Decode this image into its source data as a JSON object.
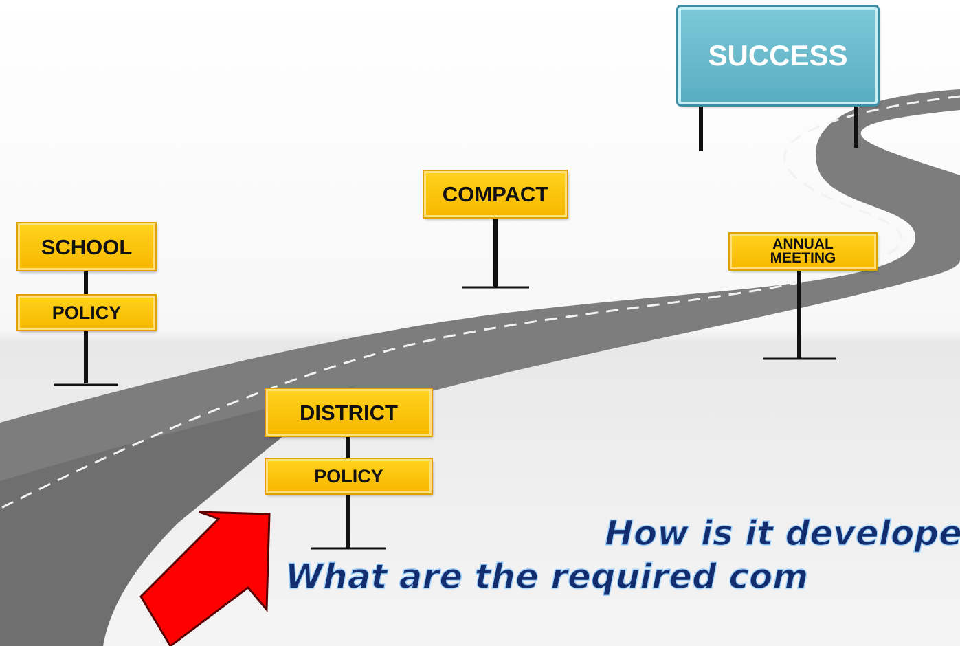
{
  "signs": {
    "success": "SUCCESS",
    "compact": "COMPACT",
    "school": "SCHOOL",
    "school_policy": "POLICY",
    "annual_meeting": "ANNUAL\nMEETING",
    "district": "DISTRICT",
    "district_policy": "POLICY"
  },
  "question": {
    "line1": "How is it develope",
    "line2": "What are the required com"
  },
  "colors": {
    "road": "#7d7d7d",
    "sign_yellow": "#f9c400",
    "sign_blue": "#66b6c9",
    "arrow": "#ff0000",
    "question_text": "#142d6e"
  }
}
